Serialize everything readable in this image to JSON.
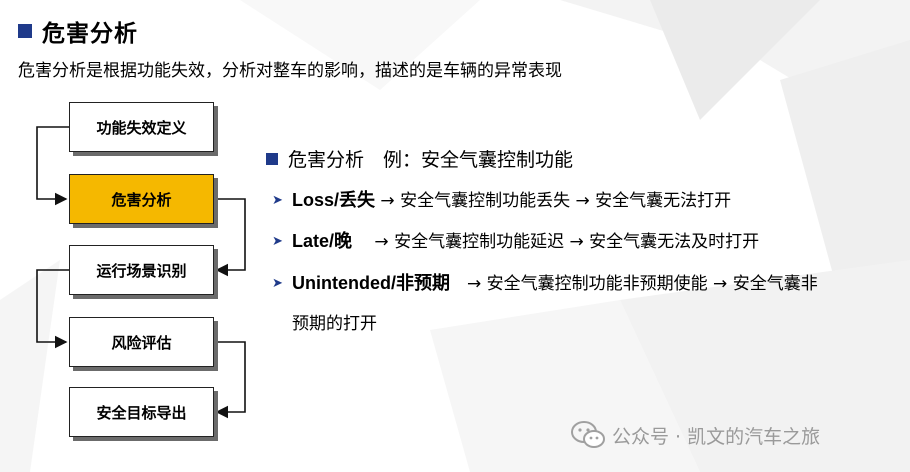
{
  "title": "危害分析",
  "subtitle": "危害分析是根据功能失效，分析对整车的影响，描述的是车辆的异常表现",
  "flow_steps": [
    "功能失效定义",
    "危害分析",
    "运行场景识别",
    "风险评估",
    "安全目标导出"
  ],
  "section_heading": "危害分析　例：安全气囊控制功能",
  "bullets": [
    {
      "marker": "➤",
      "keyword": "Loss/丢失",
      "text": " → 安全气囊控制功能丢失 → 安全气囊无法打开"
    },
    {
      "marker": "➤",
      "keyword": "Late/晚",
      "text": "　 → 安全气囊控制功能延迟 → 安全气囊无法及时打开"
    },
    {
      "marker": "➤",
      "keyword": "Unintended/非预期",
      "text": "　→ 安全气囊控制功能非预期使能 → 安全气囊非",
      "continuation": "预期的打开"
    }
  ],
  "watermark": "公众号 · 凯文的汽车之旅",
  "colors": {
    "accent": "#1f3a8a",
    "highlight": "#f5b800"
  }
}
